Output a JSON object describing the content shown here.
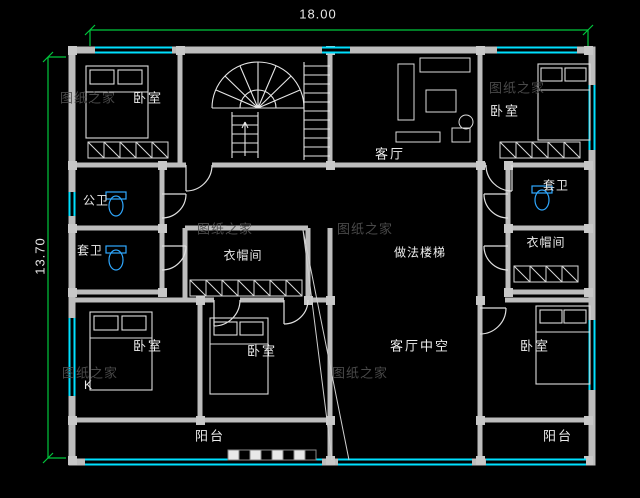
{
  "dimensions": {
    "width": "18.00",
    "height": "13.70"
  },
  "labels": {
    "bedroom_top_left": "卧室",
    "bedroom_top_right": "卧室",
    "living_room": "客厅",
    "public_bath": "公卫",
    "ensuite_left": "套卫",
    "ensuite_right": "套卫",
    "cloakroom_center": "衣帽间",
    "cloakroom_right": "衣帽间",
    "stair_note": "做法楼梯",
    "bedroom_bottom_left": "卧室",
    "bedroom_bottom_mid": "卧室",
    "living_void": "客厅中空",
    "bedroom_bottom_right": "卧室",
    "balcony_left": "阳台",
    "balcony_right": "阳台",
    "k_mark": "K"
  },
  "watermark": {
    "text": "图纸之家"
  },
  "colors": {
    "background": "#000000",
    "wall": "#bdbdbd",
    "pier": "#c8c8c8",
    "window": "#00e0ff",
    "dimension_line": "#00c83c",
    "label_text": "#ececec",
    "watermark_text": "#4e4e4e",
    "fixture": "#2fa8ff"
  }
}
